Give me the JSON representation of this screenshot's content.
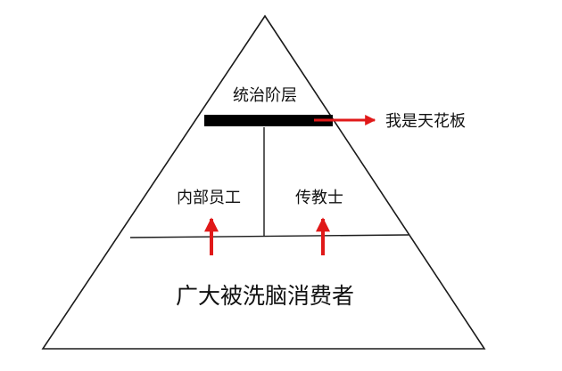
{
  "diagram": {
    "top_label": "统治阶层",
    "ceiling_label": "我是天花板",
    "left_label": "内部员工",
    "right_label": "传教士",
    "bottom_label": "广大被洗脑消费者"
  },
  "colors": {
    "outline": "#1a1a1a",
    "ceiling_bar": "#000000",
    "arrow": "#e01919"
  }
}
